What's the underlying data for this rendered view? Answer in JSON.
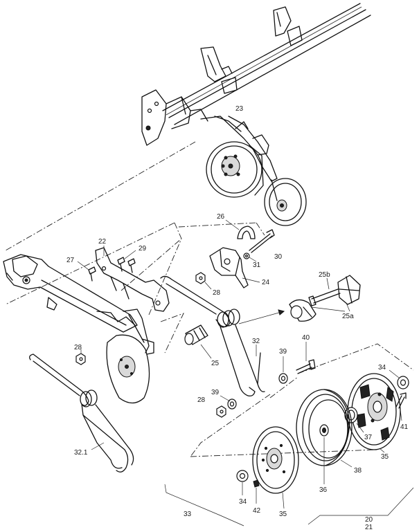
{
  "callouts": [
    {
      "id": "c23",
      "text": "23"
    },
    {
      "id": "c26",
      "text": "26"
    },
    {
      "id": "c22",
      "text": "22"
    },
    {
      "id": "c29",
      "text": "29"
    },
    {
      "id": "c27",
      "text": "27"
    },
    {
      "id": "c30",
      "text": "30"
    },
    {
      "id": "c31",
      "text": "31"
    },
    {
      "id": "c25b",
      "text": "25b"
    },
    {
      "id": "c24",
      "text": "24"
    },
    {
      "id": "c28a",
      "text": "28"
    },
    {
      "id": "c25a",
      "text": "25a"
    },
    {
      "id": "c28b",
      "text": "28"
    },
    {
      "id": "c32",
      "text": "32"
    },
    {
      "id": "c40",
      "text": "40"
    },
    {
      "id": "c25",
      "text": "25"
    },
    {
      "id": "c39a",
      "text": "39"
    },
    {
      "id": "c34a",
      "text": "34"
    },
    {
      "id": "c39b",
      "text": "39"
    },
    {
      "id": "c28c",
      "text": "28"
    },
    {
      "id": "c41",
      "text": "41"
    },
    {
      "id": "c37",
      "text": "37"
    },
    {
      "id": "c32_1",
      "text": "32.1"
    },
    {
      "id": "c35a",
      "text": "35"
    },
    {
      "id": "c38",
      "text": "38"
    },
    {
      "id": "c36",
      "text": "36"
    },
    {
      "id": "c34b",
      "text": "34"
    },
    {
      "id": "c42",
      "text": "42"
    },
    {
      "id": "c33",
      "text": "33"
    },
    {
      "id": "c35b",
      "text": "35"
    },
    {
      "id": "c20",
      "text": "20"
    },
    {
      "id": "c21",
      "text": "21"
    }
  ]
}
